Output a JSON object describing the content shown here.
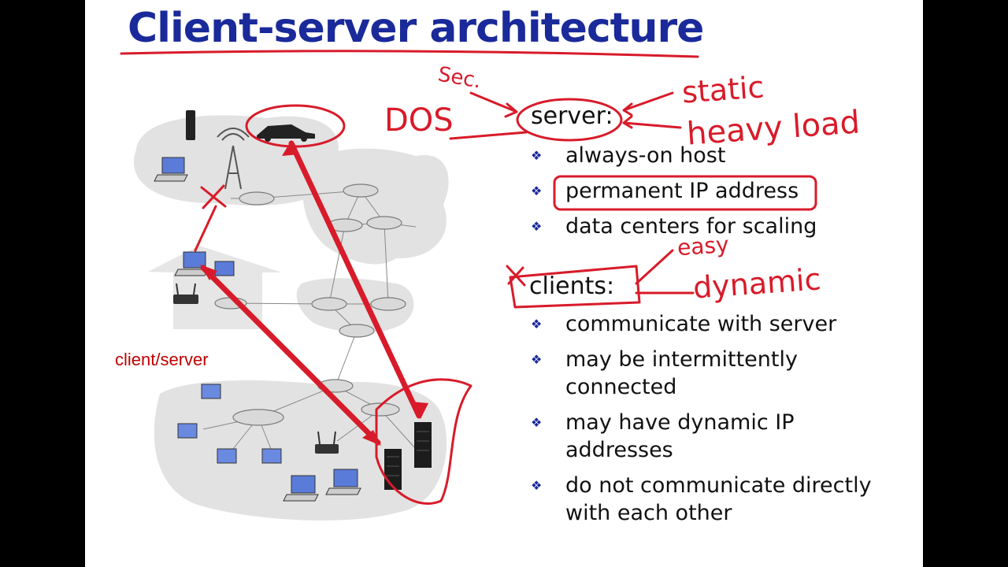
{
  "slide": {
    "title": "Client-server architecture",
    "figure_label": "client/server",
    "server": {
      "heading": "server:",
      "bullets": [
        "always-on host",
        "permanent IP address",
        "data centers for scaling"
      ]
    },
    "clients": {
      "heading": "clients:",
      "bullets": [
        [
          "communicate with server"
        ],
        [
          "may be intermittently",
          "connected"
        ],
        [
          "may have dynamic IP",
          "addresses"
        ],
        [
          "do not communicate directly",
          "with each other"
        ]
      ]
    }
  },
  "annotations": {
    "sec": "Sec.",
    "dos": "DOS",
    "static": "static",
    "heavy_load": "heavy load",
    "easy": "easy",
    "dynamic": "dynamic"
  },
  "colors": {
    "title": "#1a2a9a",
    "ink": "#d81b2a",
    "label": "#c00000",
    "bullet": "#1a2a9a"
  },
  "icons": {
    "bullet": "diamond-bullet",
    "figure": [
      "smartphone",
      "laptop",
      "cell-tower",
      "car",
      "router",
      "house",
      "wireless-router",
      "desktop",
      "server-rack"
    ]
  }
}
